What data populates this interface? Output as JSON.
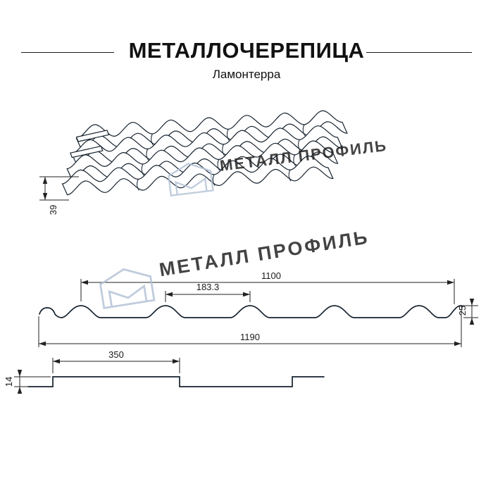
{
  "header": {
    "title": "МЕТАЛЛОЧЕРЕПИЦА",
    "subtitle": "Ламонтерра"
  },
  "watermark": {
    "text": "МЕТАЛЛ ПРОФИЛЬ",
    "color": "#b3c2d6"
  },
  "perspective": {
    "step_height": "39"
  },
  "cross_section": {
    "top_width": "1100",
    "wave_pitch": "183.3",
    "profile_height": "25",
    "total_width": "1190"
  },
  "step_profile": {
    "module_length": "350",
    "step_height": "14"
  },
  "colors": {
    "line": "#16222e",
    "dim": "#1a1a1a",
    "background": "#ffffff"
  }
}
